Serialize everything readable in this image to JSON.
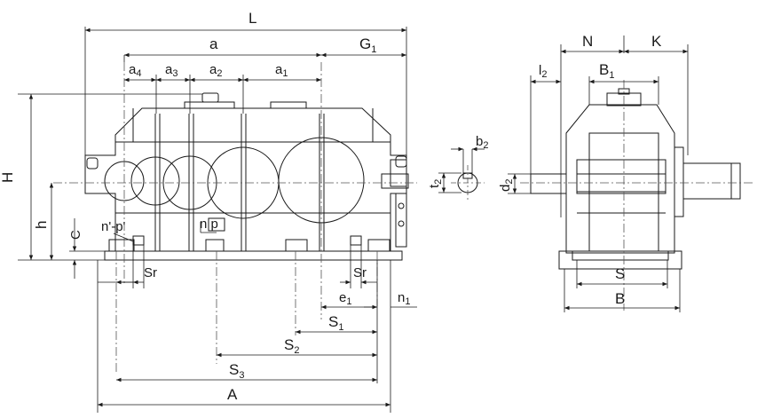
{
  "labels": {
    "L": "L",
    "a": "a",
    "G1": "G",
    "G1_sub": "1",
    "a4": "a",
    "a4_sub": "4",
    "a3": "a",
    "a3_sub": "3",
    "a2": "a",
    "a2_sub": "2",
    "a1": "a",
    "a1_sub": "1",
    "H": "H",
    "h": "h",
    "C": "C",
    "np": "n p",
    "nprime": "n'-p'",
    "Sr_left": "Sr",
    "Sr_right": "Sr",
    "e1": "e",
    "e1_sub": "1",
    "n1": "n",
    "n1_sub": "1",
    "S1": "S",
    "S1_sub": "1",
    "S2": "S",
    "S2_sub": "2",
    "S3": "S",
    "S3_sub": "3",
    "A": "A",
    "b2": "b",
    "b2_sub": "2",
    "t2": "t",
    "t2_sub": "2",
    "d2": "d",
    "d2_sub": "2",
    "N": "N",
    "K": "K",
    "l2": "l",
    "l2_sub": "2",
    "B1": "B",
    "B1_sub": "1",
    "S": "S",
    "B": "B"
  },
  "colors": {
    "line": "#1a1a1a",
    "centerline": "#555555"
  }
}
